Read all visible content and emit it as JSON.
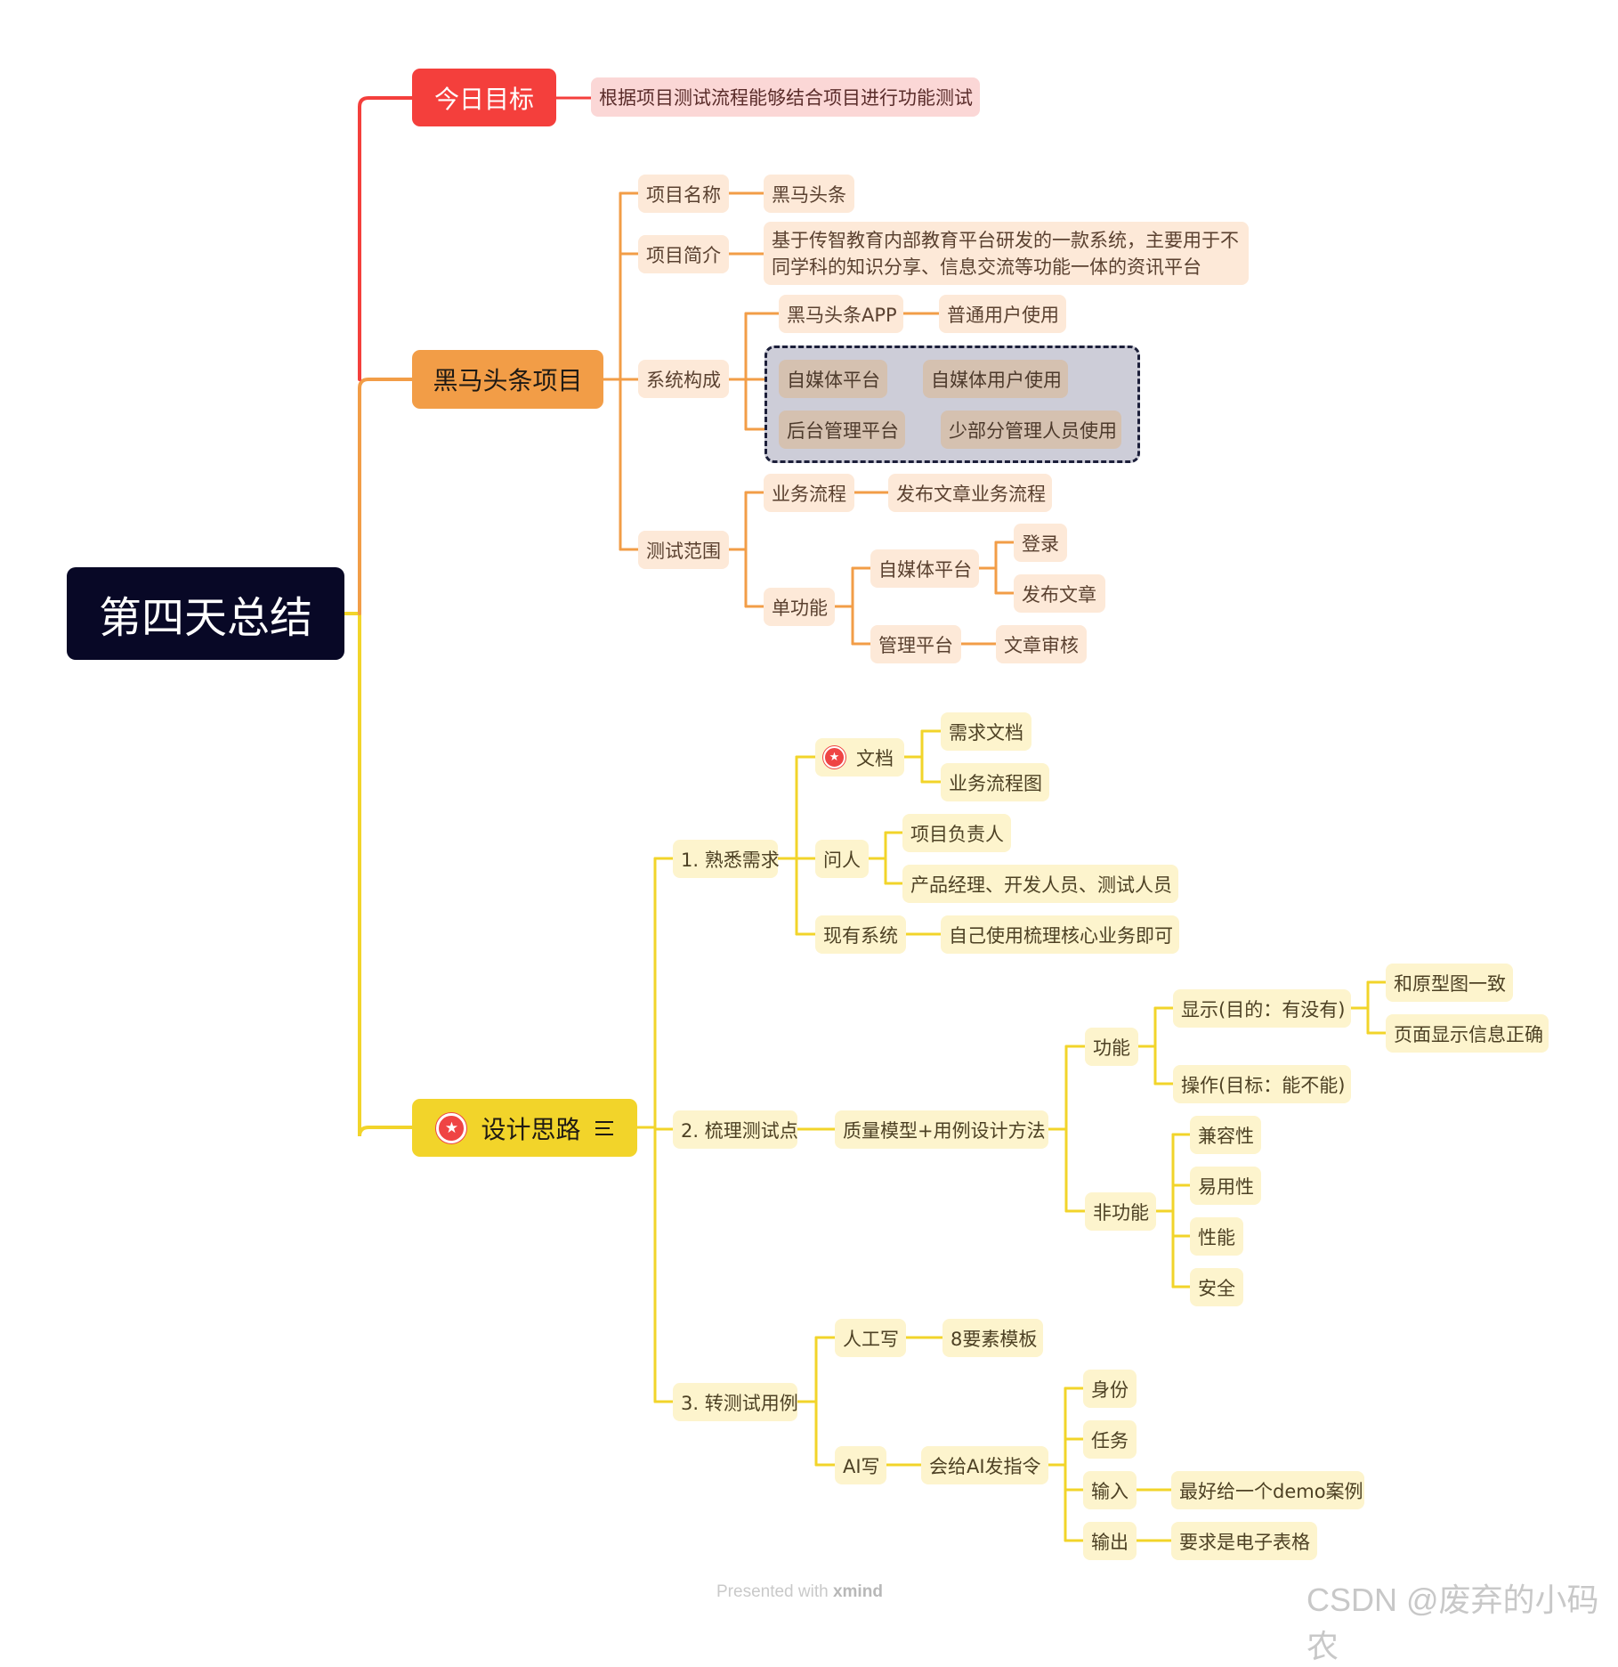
{
  "root": "第四天总结",
  "colors": {
    "root_bg": "#080826",
    "red_branch": "#f43f3c",
    "orange_branch": "#f29d47",
    "yellow_branch": "#f2d42a",
    "highlight_box": "#cdcdd8"
  },
  "today_goal": {
    "label": "今日目标",
    "items": [
      "根据项目测试流程能够结合项目进行功能测试"
    ]
  },
  "project": {
    "label": "黑马头条项目",
    "name": {
      "label": "项目名称",
      "value": "黑马头条"
    },
    "intro": {
      "label": "项目简介",
      "value": "基于传智教育内部教育平台研发的一款系统，主要用于不同学科的知识分享、信息交流等功能一体的资讯平台"
    },
    "system": {
      "label": "系统构成",
      "items": [
        {
          "label": "黑马头条APP",
          "value": "普通用户使用"
        },
        {
          "label": "自媒体平台",
          "value": "自媒体用户使用"
        },
        {
          "label": "后台管理平台",
          "value": "少部分管理人员使用"
        }
      ]
    },
    "scope": {
      "label": "测试范围",
      "business": {
        "label": "业务流程",
        "value": "发布文章业务流程"
      },
      "single": {
        "label": "单功能",
        "media": {
          "label": "自媒体平台",
          "items": [
            "登录",
            "发布文章"
          ]
        },
        "admin": {
          "label": "管理平台",
          "items": [
            "文章审核"
          ]
        }
      }
    }
  },
  "design": {
    "label": "设计思路",
    "icons": [
      "star-icon",
      "notes-icon"
    ],
    "step1": {
      "label": "1. 熟悉需求",
      "docs": {
        "label": "文档",
        "icon": "star-icon",
        "items": [
          "需求文档",
          "业务流程图"
        ]
      },
      "ask": {
        "label": "问人",
        "items": [
          "项目负责人",
          "产品经理、开发人员、测试人员"
        ]
      },
      "existing": {
        "label": "现有系统",
        "value": "自己使用梳理核心业务即可"
      }
    },
    "step2": {
      "label": "2. 梳理测试点",
      "method": "质量模型+用例设计方法",
      "functional": {
        "label": "功能",
        "display": {
          "label": "显示(目的：有没有)",
          "items": [
            "和原型图一致",
            "页面显示信息正确"
          ]
        },
        "operate": "操作(目标：能不能)"
      },
      "nonfunctional": {
        "label": "非功能",
        "items": [
          "兼容性",
          "易用性",
          "性能",
          "安全"
        ]
      }
    },
    "step3": {
      "label": "3. 转测试用例",
      "manual": {
        "label": "人工写",
        "value": "8要素模板"
      },
      "ai": {
        "label": "AI写",
        "instruction": "会给AI发指令",
        "items": [
          "身份",
          "任务",
          "输入",
          "输出"
        ],
        "input_note": "最好给一个demo案例",
        "output_note": "要求是电子表格"
      }
    }
  },
  "footer": {
    "presented": "Presented with ",
    "brand": "xmind"
  },
  "watermark": "CSDN @废弃的小码农"
}
